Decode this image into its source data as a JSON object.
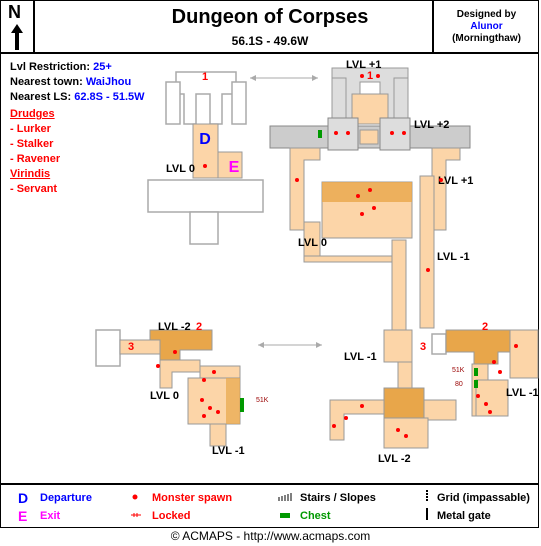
{
  "header": {
    "compass_letter": "N",
    "title": "Dungeon of Corpses",
    "coordinates": "56.1S - 49.6W",
    "designed_by_label": "Designed by",
    "designer": "Alunor",
    "designer_note": "(Morningthaw)"
  },
  "info": {
    "restriction_label": "Lvl Restriction:",
    "restriction_value": "25+",
    "town_label": "Nearest town:",
    "town_value": "WaiJhou",
    "ls_label": "Nearest LS:",
    "ls_value": "62.8S - 51.5W",
    "groups": [
      {
        "name": "Drudges",
        "members": [
          "- Lurker",
          "- Stalker",
          "- Ravener"
        ]
      },
      {
        "name": "Virindis",
        "members": [
          "- Servant"
        ]
      }
    ]
  },
  "map_labels": {
    "top_left": {
      "lvl0": "LVL 0",
      "marker_d": "D",
      "marker_e": "E",
      "num1": "1"
    },
    "top_right": {
      "lvl_plus1_top": "LVL +1",
      "lvl_plus2": "LVL +2",
      "lvl_plus1_right": "LVL +1",
      "lvl0": "LVL 0",
      "lvl_minus1": "LVL -1",
      "num1": "1"
    },
    "bottom_left": {
      "lvl_minus2": "LVL -2",
      "num2": "2",
      "num3": "3",
      "lvl0": "LVL 0",
      "lvl_minus1": "LVL -1",
      "locked_note": "51K"
    },
    "bottom_right": {
      "lvl_minus1_left": "LVL -1",
      "num3": "3",
      "num2": "2",
      "locked_51k": "51K",
      "locked_80": "80",
      "lvl_minus1_right": "LVL -1",
      "lvl_minus2": "LVL -2"
    }
  },
  "legend": {
    "departure_symbol": "D",
    "departure": "Departure",
    "exit_symbol": "E",
    "exit": "Exit",
    "monster_spawn": "Monster spawn",
    "locked": "Locked",
    "stairs": "Stairs / Slopes",
    "chest": "Chest",
    "grid": "Grid (impassable)",
    "metal_gate": "Metal gate"
  },
  "footer": "© ACMAPS - http://www.acmaps.com",
  "colors": {
    "room_fill": "#fcd5a8",
    "dark_fill": "#e8a64a",
    "grey_fill": "#d0d0d0",
    "spawn": "#ff0000",
    "chest": "#009900",
    "departure": "#0000ff",
    "exit": "#ff00ff"
  }
}
